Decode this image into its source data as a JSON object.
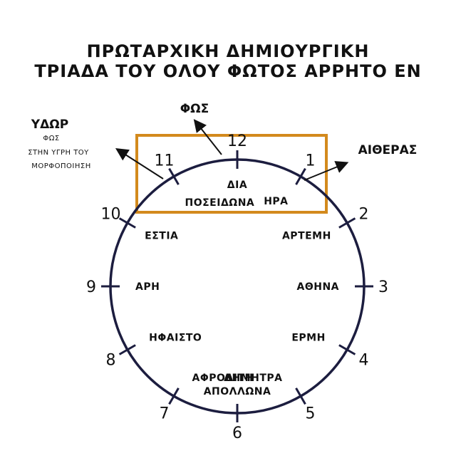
{
  "title": {
    "line1": "ΠΡΩΤΑΡΧΙΚΗ ΔΗΜΙΟΥΡΓΙΚΗ",
    "line2": "ΤΡΙΑΔΑ ΤΟΥ ΟΛΟΥ ΦΩΤΟΣ ΑΡΡΗΤΟ ΕΝ"
  },
  "positions": [
    {
      "number": "12",
      "name": "ΔΙΑ"
    },
    {
      "number": "1",
      "name": "ΗΡΑ"
    },
    {
      "number": "2",
      "name": "ΑΡΤΕΜΗ"
    },
    {
      "number": "3",
      "name": "ΑΘΗΝΑ"
    },
    {
      "number": "4",
      "name": "ΕΡΜΗ"
    },
    {
      "number": "5",
      "name": "ΔΗΜΗΤΡΑ"
    },
    {
      "number": "6",
      "name": "ΑΠΟΛΛΩΝΑ"
    },
    {
      "number": "7",
      "name": "ΑΦΡΟΔΙΤΗ"
    },
    {
      "number": "8",
      "name": "ΗΦΑΙΣΤΟ"
    },
    {
      "number": "9",
      "name": "ΑΡΗ"
    },
    {
      "number": "10",
      "name": "ΕΣΤΙΑ"
    },
    {
      "number": "11",
      "name": "ΠΟΣΕΙΔΩΝΑ"
    }
  ],
  "arrows": {
    "left": {
      "title": "ΥΔΩΡ",
      "line1": "ΦΩΣ",
      "line2": "ΣΤΗΝ ΥΓΡΗ ΤΟΥ",
      "line3": "ΜΟΡΦΟΠΟΙΗΣΗ"
    },
    "top": {
      "title": "ΦΩΣ"
    },
    "right": {
      "title": "ΑΙΘΕΡΑΣ"
    }
  },
  "colors": {
    "circle": "#1c1d3f",
    "box": "#d38a1d"
  }
}
